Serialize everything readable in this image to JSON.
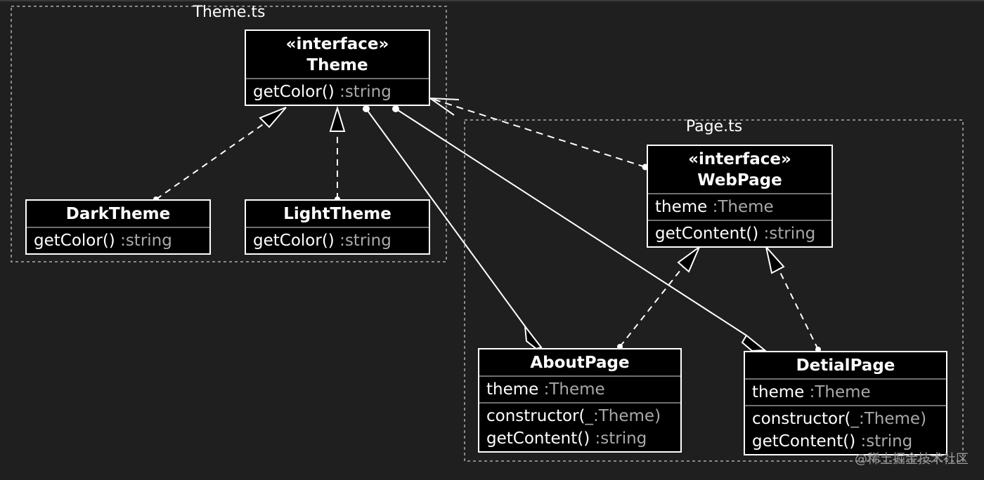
{
  "packages": {
    "theme": {
      "label": "Theme.ts"
    },
    "page": {
      "label": "Page.ts"
    }
  },
  "classes": {
    "theme": {
      "stereotype": "«interface»",
      "name": "Theme",
      "methods": [
        {
          "name": "getColor()",
          "type": " :string"
        }
      ]
    },
    "darktheme": {
      "name": "DarkTheme",
      "methods": [
        {
          "name": "getColor()",
          "type": " :string"
        }
      ]
    },
    "lighttheme": {
      "name": "LightTheme",
      "methods": [
        {
          "name": "getColor()",
          "type": " :string"
        }
      ]
    },
    "webpage": {
      "stereotype": "«interface»",
      "name": "WebPage",
      "attrs": [
        {
          "name": "theme",
          "type": " :Theme"
        }
      ],
      "methods": [
        {
          "name": "getContent()",
          "type": " :string"
        }
      ]
    },
    "aboutpage": {
      "name": "AboutPage",
      "attrs": [
        {
          "name": "theme",
          "type": " :Theme"
        }
      ],
      "methods": [
        {
          "name": "constructor(",
          "type": "_:Theme)"
        },
        {
          "name": "getContent()",
          "type": " :string"
        }
      ]
    },
    "detialpage": {
      "name": "DetialPage",
      "attrs": [
        {
          "name": "theme",
          "type": " :Theme"
        }
      ],
      "methods": [
        {
          "name": "constructor(",
          "type": "_:Theme)"
        },
        {
          "name": "getContent()",
          "type": " :string"
        }
      ]
    }
  },
  "watermark": "@稀土掘金技术社区",
  "colors": {
    "background": "#1f1f1f",
    "box_fill": "#000000",
    "line": "#ffffff",
    "type_text": "#a9a9a9",
    "package_border": "#8a8a8a"
  }
}
